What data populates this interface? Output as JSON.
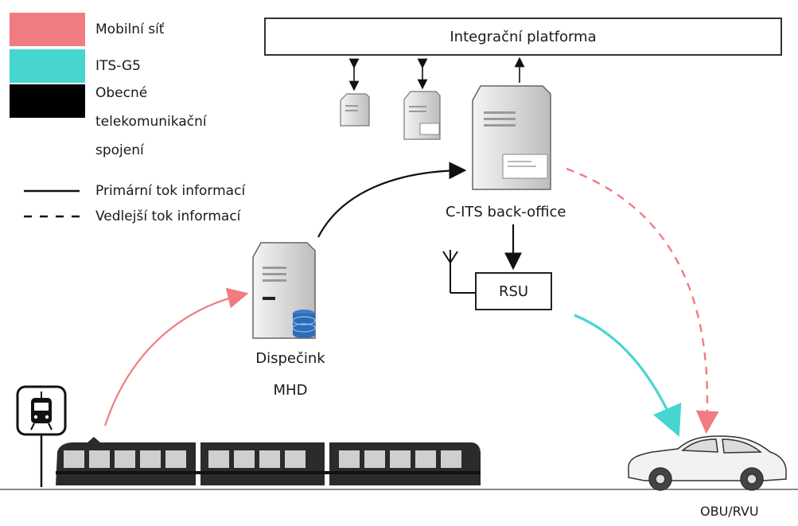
{
  "legend": {
    "items": [
      {
        "label": "Mobilní síť",
        "color": "#f07c80"
      },
      {
        "label": "ITS-G5",
        "color": "#46d6cf"
      },
      {
        "label": "Obecné",
        "color": "#000000"
      }
    ],
    "general_line2": "telekomunikační",
    "general_line3": "spojení",
    "primary_label": "Primární tok informací",
    "secondary_label": "Vedlejší tok informací"
  },
  "nodes": {
    "platform": "Integrační platforma",
    "backoffice": "C-ITS back-office",
    "rsu": "RSU",
    "dispatch_line1": "Dispečink",
    "dispatch_line2": "MHD",
    "car": "OBU/RVU"
  },
  "colors": {
    "mobile": "#f07c80",
    "its_g5": "#46d6cf",
    "general": "#000000"
  }
}
